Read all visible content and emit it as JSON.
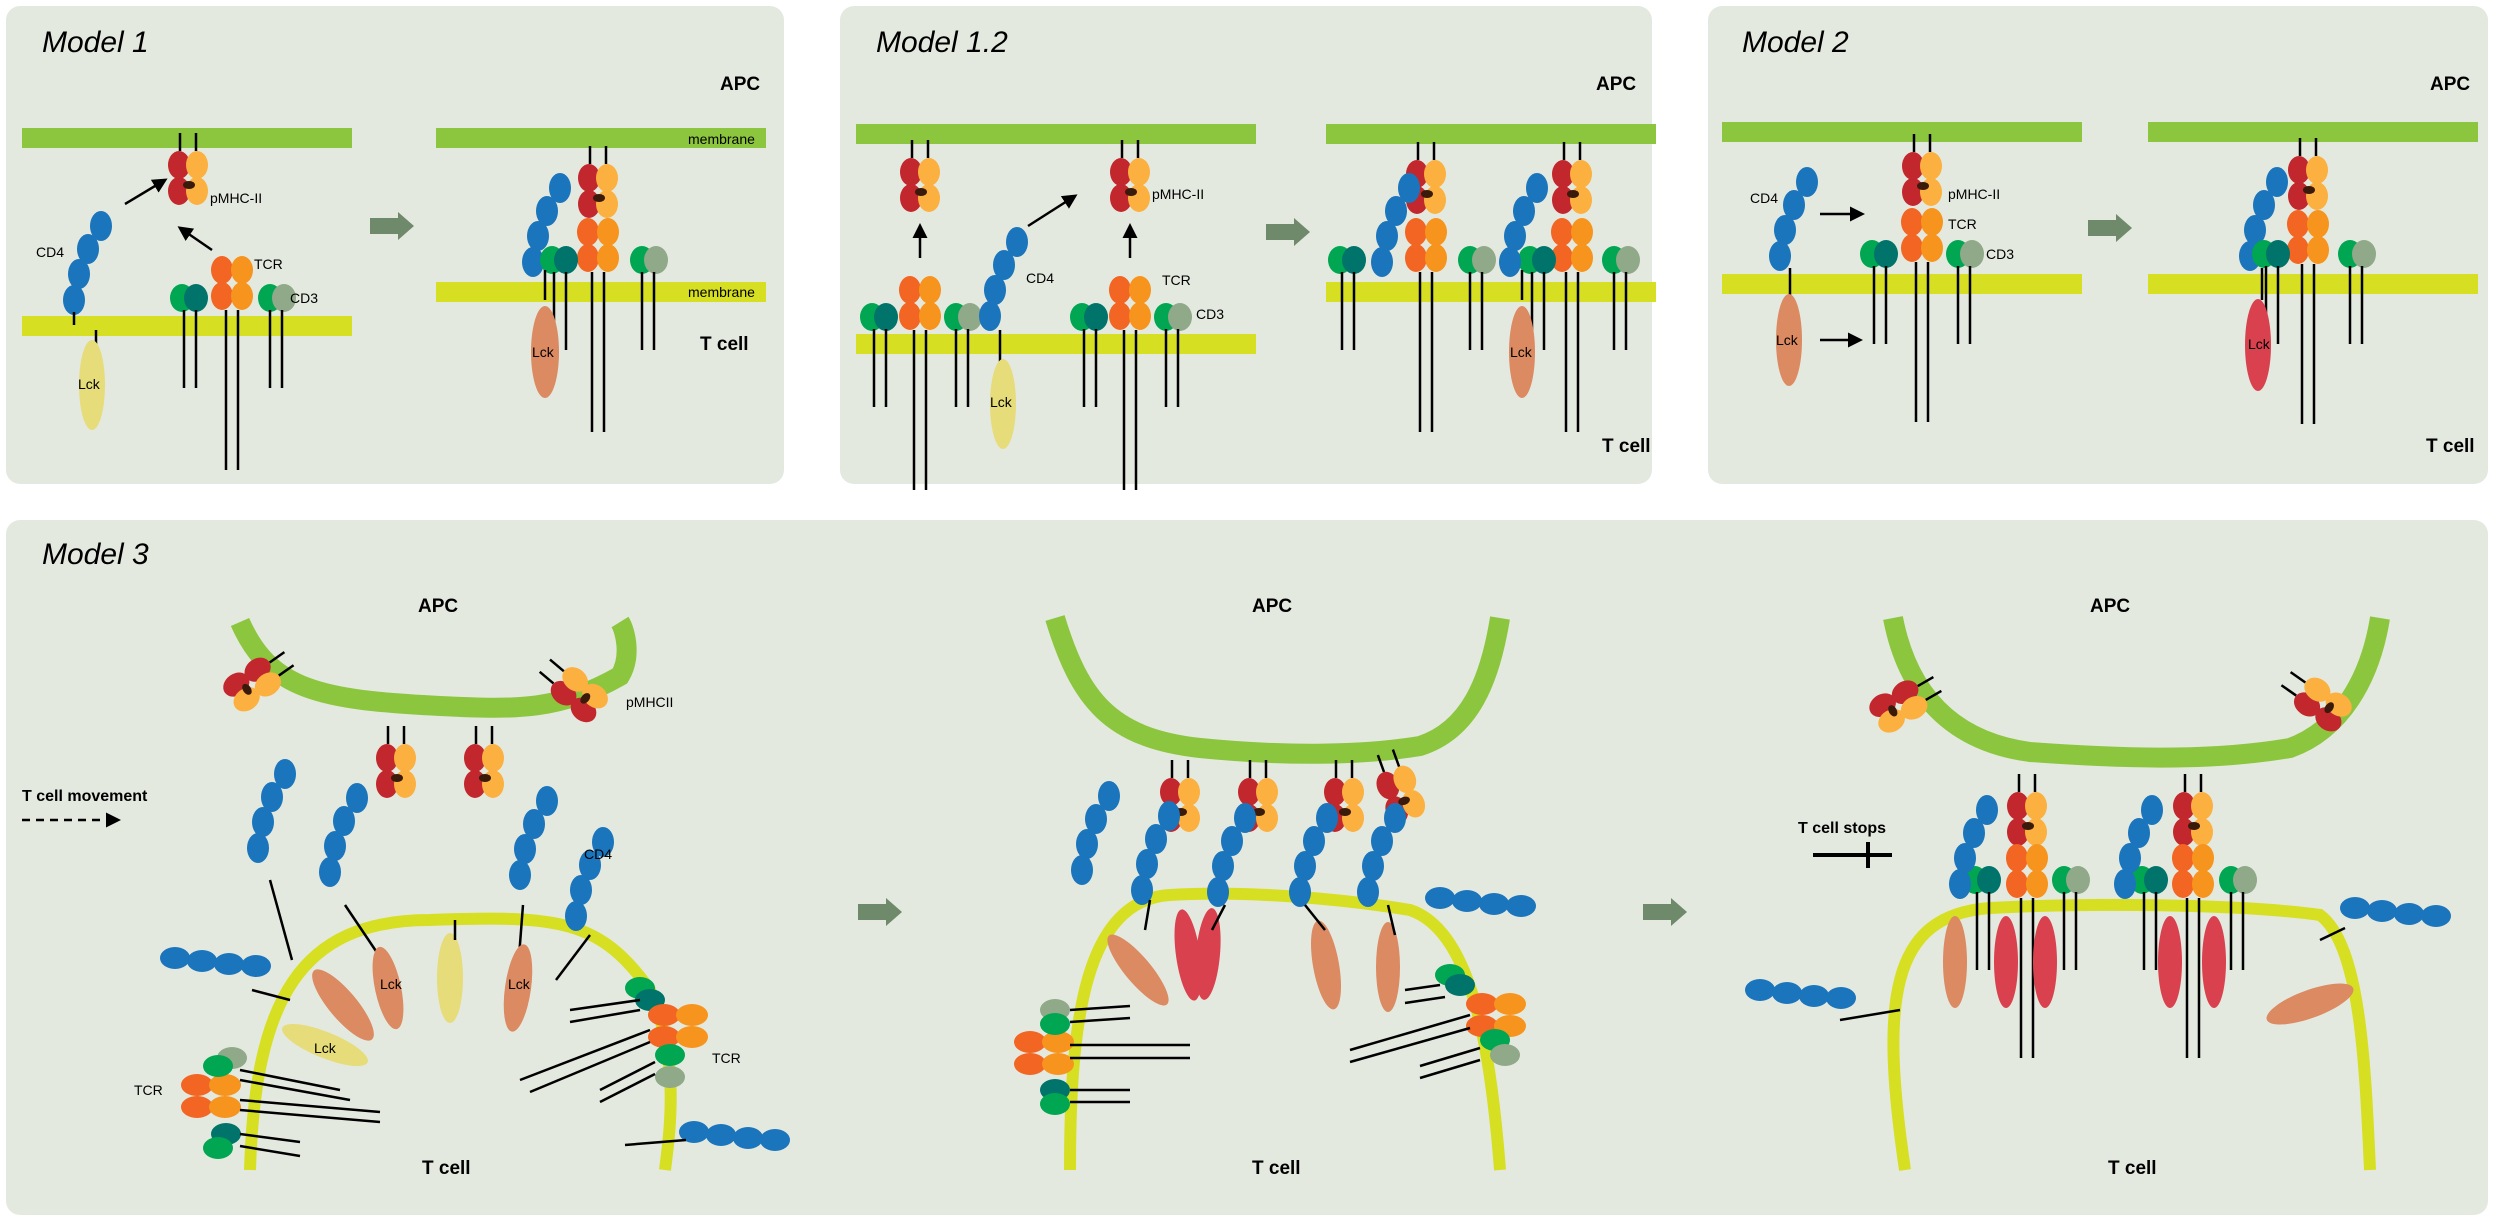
{
  "panels": {
    "model1": {
      "title": "Model 1"
    },
    "model12": {
      "title": "Model 1.2"
    },
    "model2": {
      "title": "Model 2"
    },
    "model3": {
      "title": "Model 3"
    }
  },
  "labels": {
    "apc": "APC",
    "tcell": "T cell",
    "membrane": "membrane",
    "pmhc": "pMHC-II",
    "pmhcii": "pMHCII",
    "tcr": "TCR",
    "cd3": "CD3",
    "cd4": "CD4",
    "lck": "Lck",
    "movement": "T cell movement",
    "stops": "T cell stops"
  },
  "colors": {
    "panel_bg": "#e4e9df",
    "apc_membrane": "#8cc63f",
    "tcell_membrane": "#d7df23",
    "cd4": "#1b75bc",
    "mhc_dark": "#c1272d",
    "mhc_light": "#fbb040",
    "tcr_orange": "#f26522",
    "tcr_amber": "#f7941d",
    "cd3_green": "#00a651",
    "cd3_teal": "#00746b",
    "cd3_grey": "#8fa989",
    "lck_yellow": "#e6dc7a",
    "lck_orange": "#db8a62",
    "lck_red": "#d9414f",
    "arrow_grey": "#6f8a6a"
  }
}
